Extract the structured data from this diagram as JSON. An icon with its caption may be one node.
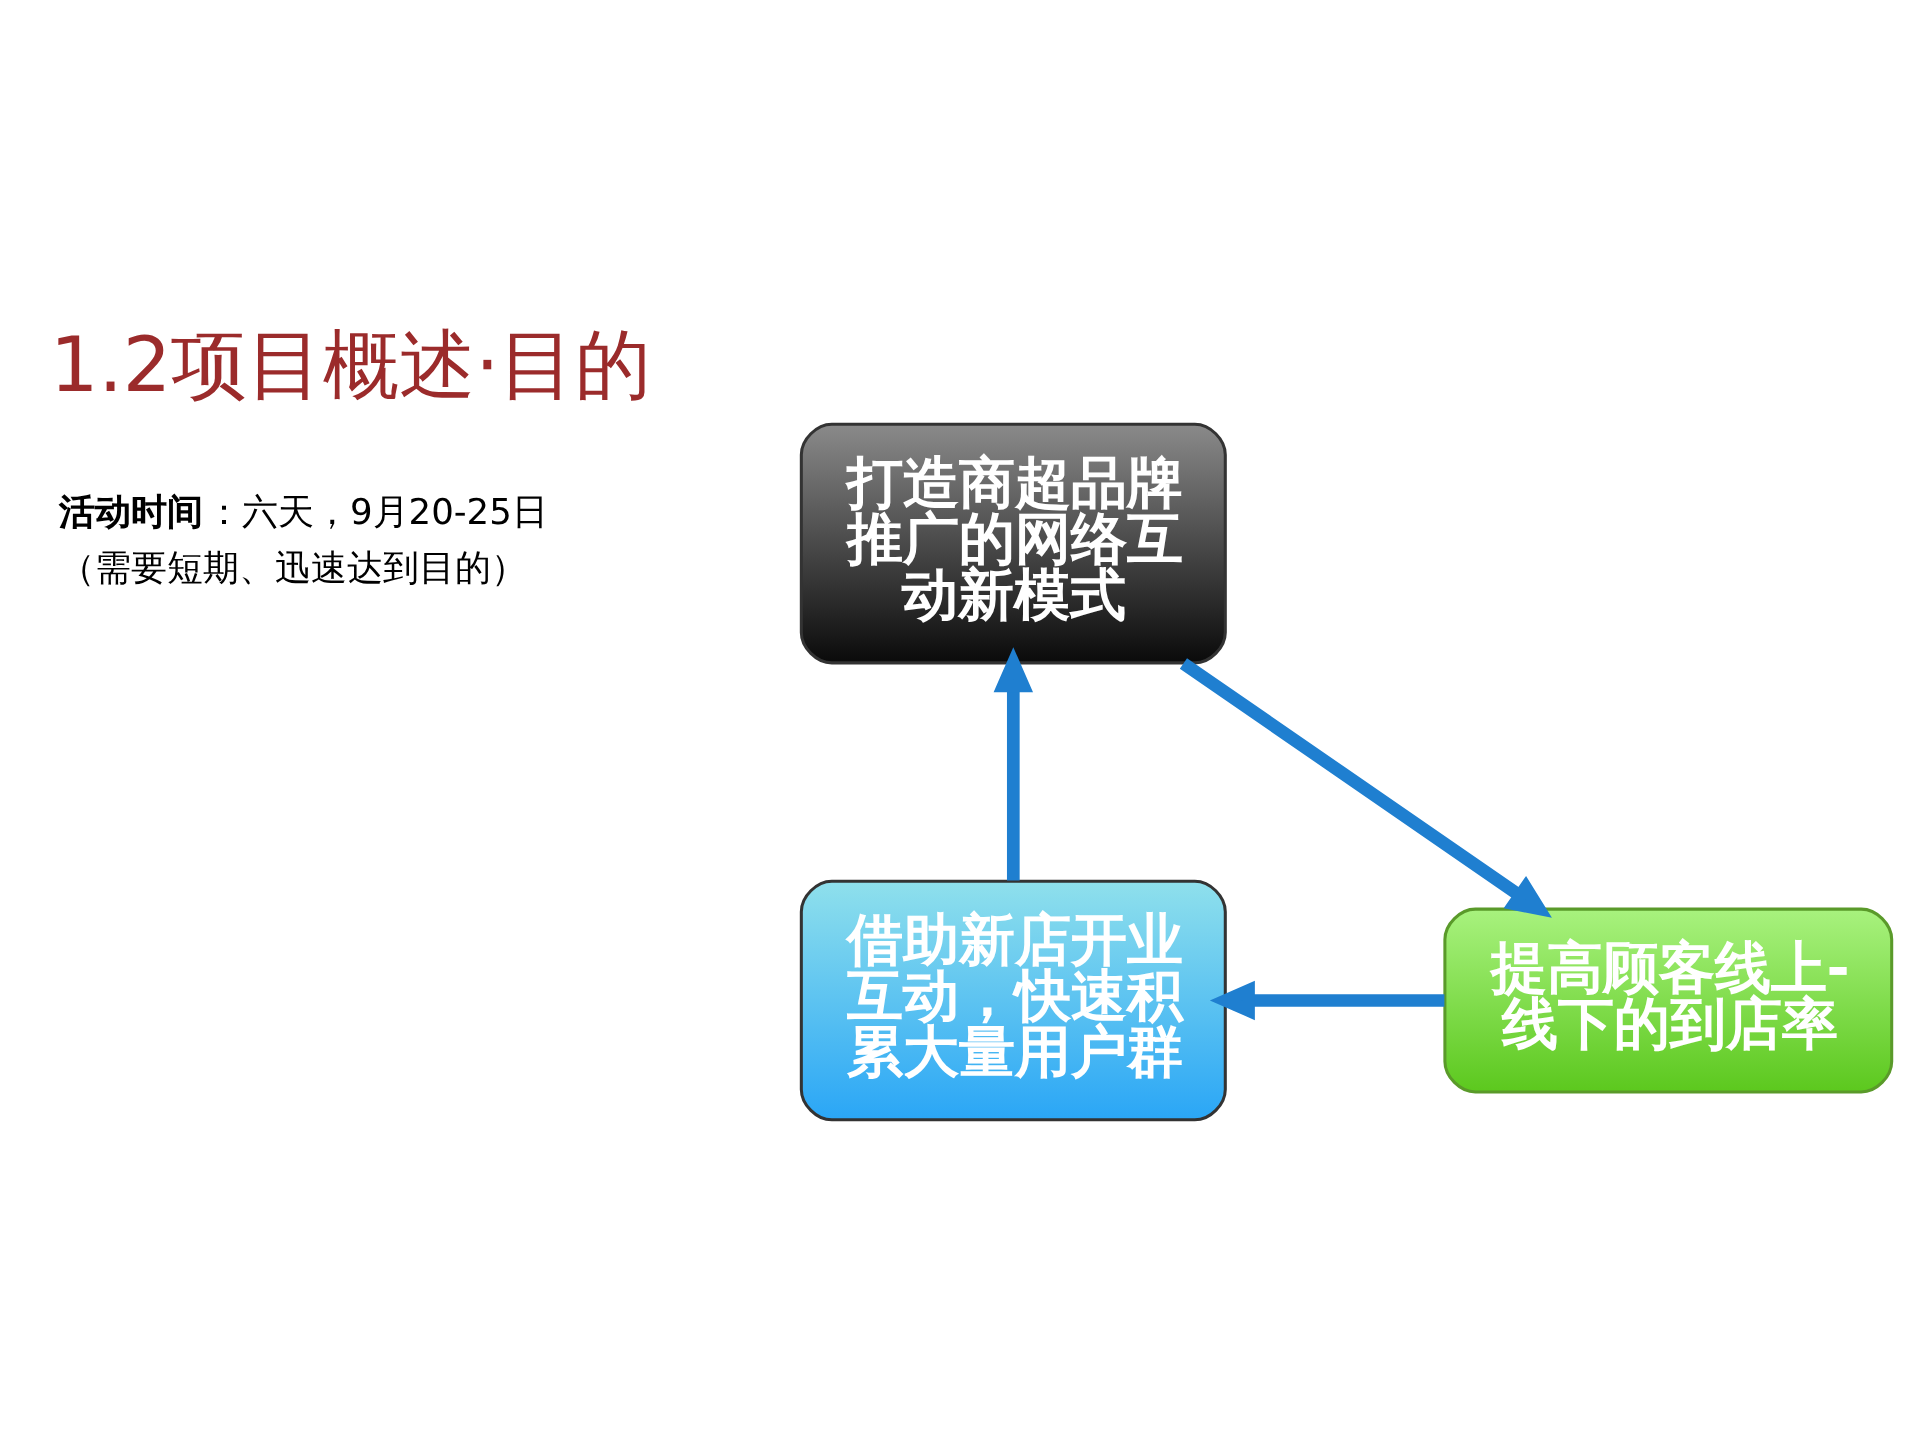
{
  "diagram": {
    "title": "1.2项目概述·目的",
    "nodes": [
      {
        "text": [
          "打造商超品牌推广的网络互动新模式"
        ]
      },
      {
        "text": [
          "提高顾客线上-线下的到店率"
        ]
      },
      {
        "text": [
          "借助新店开业互动，快速积累大量用户群"
        ]
      }
    ],
    "edges": [
      {
        "from": 0,
        "to": 1,
        "arrow": "to"
      },
      {
        "from": 1,
        "to": 2,
        "arrow": "to"
      },
      {
        "from": 2,
        "to": 0,
        "arrow": "to"
      }
    ],
    "labels": [
      "**活动时间**：六天，9月20-25日",
      "（需要短期、迅速达到目的）"
    ]
  }
}
